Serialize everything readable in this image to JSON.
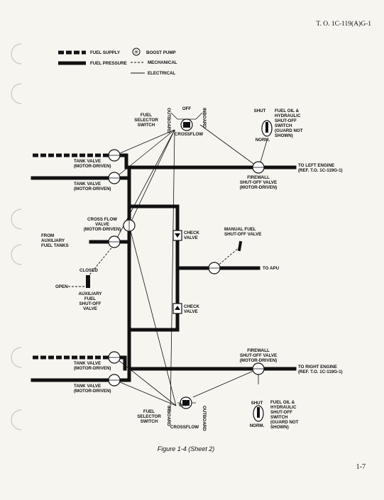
{
  "header": {
    "doc_number": "T. O. 1C-119(A)G-1"
  },
  "legend": {
    "fuel_supply": "FUEL SUPPLY",
    "fuel_pressure": "FUEL PRESSURE",
    "boost_pump": "BOOST PUMP",
    "mechanical": "MECHANICAL",
    "electrical": "ELECTRICAL"
  },
  "labels": {
    "fuel_selector_top": [
      "FUEL",
      "SELECTOR",
      "SWITCH"
    ],
    "fuel_selector_bottom": [
      "FUEL",
      "SELECTOR",
      "SWITCH"
    ],
    "sel_off": "OFF",
    "sel_crossflow": "CROSSFLOW",
    "sel_outboard": "OUTBOARD",
    "sel_inboard": "INBOARD",
    "shut": "SHUT",
    "norm": "NORM.",
    "fuel_oil_hyd_top": [
      "FUEL OIL &",
      "HYDRAULIC",
      "SHUT-OFF",
      "SWITCH",
      "(GUARD NOT",
      "SHOWN)"
    ],
    "fuel_oil_hyd_bottom": [
      "FUEL OIL &",
      "HYDRAULIC",
      "SHUT-OFF",
      "SWITCH",
      "(GUARD NOT",
      "SHOWN)"
    ],
    "tank_valve": [
      "TANK VALVE",
      "(MOTOR-DRIVEN)"
    ],
    "firewall_top": [
      "FIREWALL",
      "SHUT-OFF VALVE",
      "(MOTOR-DRIVEN)"
    ],
    "firewall_bottom": [
      "FIREWALL",
      "SHUT-OFF VALVE",
      "(MOTOR-DRIVEN)"
    ],
    "to_left_engine": [
      "TO LEFT ENGINE",
      "(REF. T.O. 1C-119G-1)"
    ],
    "to_right_engine": [
      "TO RIGHT ENGINE",
      "(REF. T.O. 1C-119G-1)"
    ],
    "cross_flow_valve": [
      "CROSS FLOW",
      "VALVE",
      "(MOTOR-DRIVEN)"
    ],
    "from_aux": [
      "FROM",
      "AUXILIARY",
      "FUEL TANKS"
    ],
    "check_valve": [
      "CHECK",
      "VALVE"
    ],
    "manual_fuel": [
      "MANUAL FUEL",
      "SHUT-OFF VALVE"
    ],
    "to_apu": "TO APU",
    "closed": "CLOSED",
    "open": "OPEN",
    "aux_valve": [
      "AUXILIARY",
      "FUEL",
      "SHUT-OFF",
      "VALVE"
    ]
  },
  "figure_caption": "Figure 1-4 (Sheet 2)",
  "page_number": "1-7"
}
